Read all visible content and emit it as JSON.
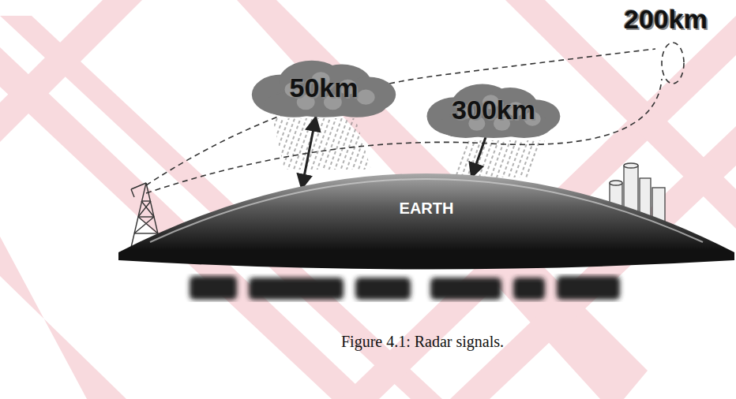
{
  "diagram": {
    "caption": "Figure 4.1: Radar signals.",
    "nodes": [
      {
        "text": [
          "50km"
        ]
      },
      {
        "text": [
          "300km"
        ]
      },
      {
        "text": [
          "EARTH"
        ]
      }
    ],
    "edges": [
      {
        "from": 0,
        "to": 2,
        "arrow": "both"
      },
      {
        "from": 1,
        "to": 2,
        "arrow": "to"
      }
    ],
    "labels": [
      "200km"
    ]
  }
}
